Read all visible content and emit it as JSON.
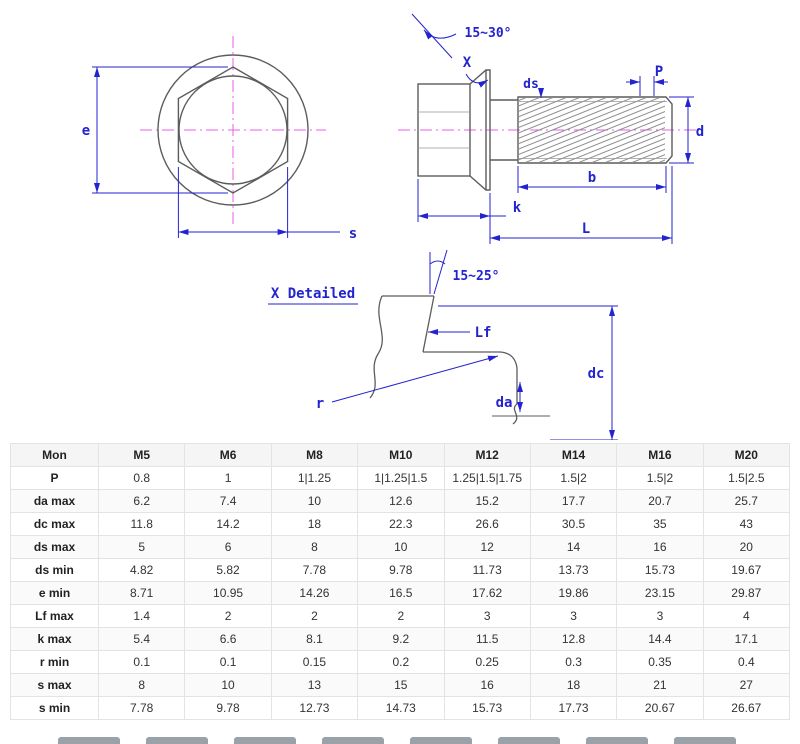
{
  "drawing": {
    "colors": {
      "dimension_blue": "#2323cf",
      "centerline_magenta": "#e85ce8",
      "outline_gray": "#5c5c5c"
    },
    "front_view": {
      "dim_e": "e",
      "dim_s": "s"
    },
    "side_view": {
      "angle": "15~30°",
      "detail_mark": "X",
      "dim_ds": "ds",
      "dim_p": "P",
      "dim_d": "d",
      "dim_b": "b",
      "dim_k": "k",
      "dim_l": "L"
    },
    "detail_view": {
      "title": "X Detailed",
      "angle": "15~25°",
      "dim_lf": "Lf",
      "dim_dc": "dc",
      "dim_da": "da",
      "dim_r": "r"
    }
  },
  "table": {
    "headers": [
      "Mon",
      "M5",
      "M6",
      "M8",
      "M10",
      "M12",
      "M14",
      "M16",
      "M20"
    ],
    "rows": [
      {
        "label": "P",
        "values": [
          "0.8",
          "1",
          "1|1.25",
          "1|1.25|1.5",
          "1.25|1.5|1.75",
          "1.5|2",
          "1.5|2",
          "1.5|2.5"
        ]
      },
      {
        "label": "da max",
        "values": [
          "6.2",
          "7.4",
          "10",
          "12.6",
          "15.2",
          "17.7",
          "20.7",
          "25.7"
        ]
      },
      {
        "label": "dc max",
        "values": [
          "11.8",
          "14.2",
          "18",
          "22.3",
          "26.6",
          "30.5",
          "35",
          "43"
        ]
      },
      {
        "label": "ds max",
        "values": [
          "5",
          "6",
          "8",
          "10",
          "12",
          "14",
          "16",
          "20"
        ]
      },
      {
        "label": "ds min",
        "values": [
          "4.82",
          "5.82",
          "7.78",
          "9.78",
          "11.73",
          "13.73",
          "15.73",
          "19.67"
        ]
      },
      {
        "label": "e min",
        "values": [
          "8.71",
          "10.95",
          "14.26",
          "16.5",
          "17.62",
          "19.86",
          "23.15",
          "29.87"
        ]
      },
      {
        "label": "Lf max",
        "values": [
          "1.4",
          "2",
          "2",
          "2",
          "3",
          "3",
          "3",
          "4"
        ]
      },
      {
        "label": "k max",
        "values": [
          "5.4",
          "6.6",
          "8.1",
          "9.2",
          "11.5",
          "12.8",
          "14.4",
          "17.1"
        ]
      },
      {
        "label": "r min",
        "values": [
          "0.1",
          "0.1",
          "0.15",
          "0.2",
          "0.25",
          "0.3",
          "0.35",
          "0.4"
        ]
      },
      {
        "label": "s max",
        "values": [
          "8",
          "10",
          "13",
          "15",
          "16",
          "18",
          "21",
          "27"
        ]
      },
      {
        "label": "s min",
        "values": [
          "7.78",
          "9.78",
          "12.73",
          "14.73",
          "15.73",
          "17.73",
          "20.67",
          "26.67"
        ]
      }
    ]
  }
}
